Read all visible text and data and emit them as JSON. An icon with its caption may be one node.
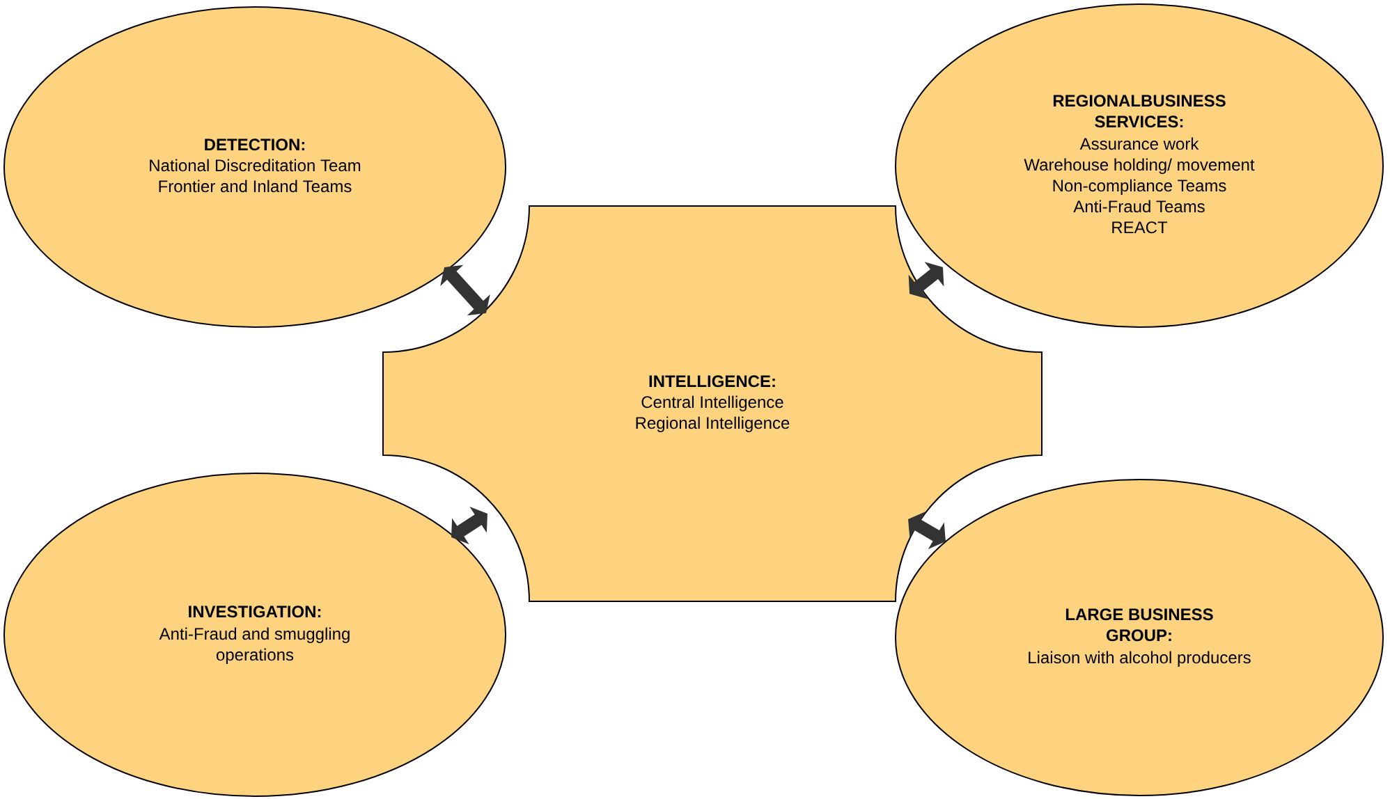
{
  "diagram": {
    "nodes": [
      {
        "text": [
          "DETECTION:",
          "National Discreditation Team",
          "Frontier and Inland Teams"
        ]
      },
      {
        "text": [
          "REGIONALBUSINESS SERVICES:",
          "Assurance work",
          "Warehouse holding/ movement",
          "Non-compliance Teams",
          "Anti-Fraud Teams",
          "REACT"
        ]
      },
      {
        "text": [
          "INTELLIGENCE:",
          "Central Intelligence",
          "Regional Intelligence"
        ]
      },
      {
        "text": [
          "INVESTIGATION:",
          "Anti-Fraud and smuggling operations"
        ]
      },
      {
        "text": [
          "LARGE BUSINESS GROUP:",
          "Liaison with alcohol producers"
        ]
      }
    ],
    "edges": [
      {
        "from": 0,
        "to": 2,
        "arrow": "both"
      },
      {
        "from": 1,
        "to": 2,
        "arrow": "both"
      },
      {
        "from": 3,
        "to": 2,
        "arrow": "both"
      },
      {
        "from": 4,
        "to": 2,
        "arrow": "both"
      }
    ]
  }
}
